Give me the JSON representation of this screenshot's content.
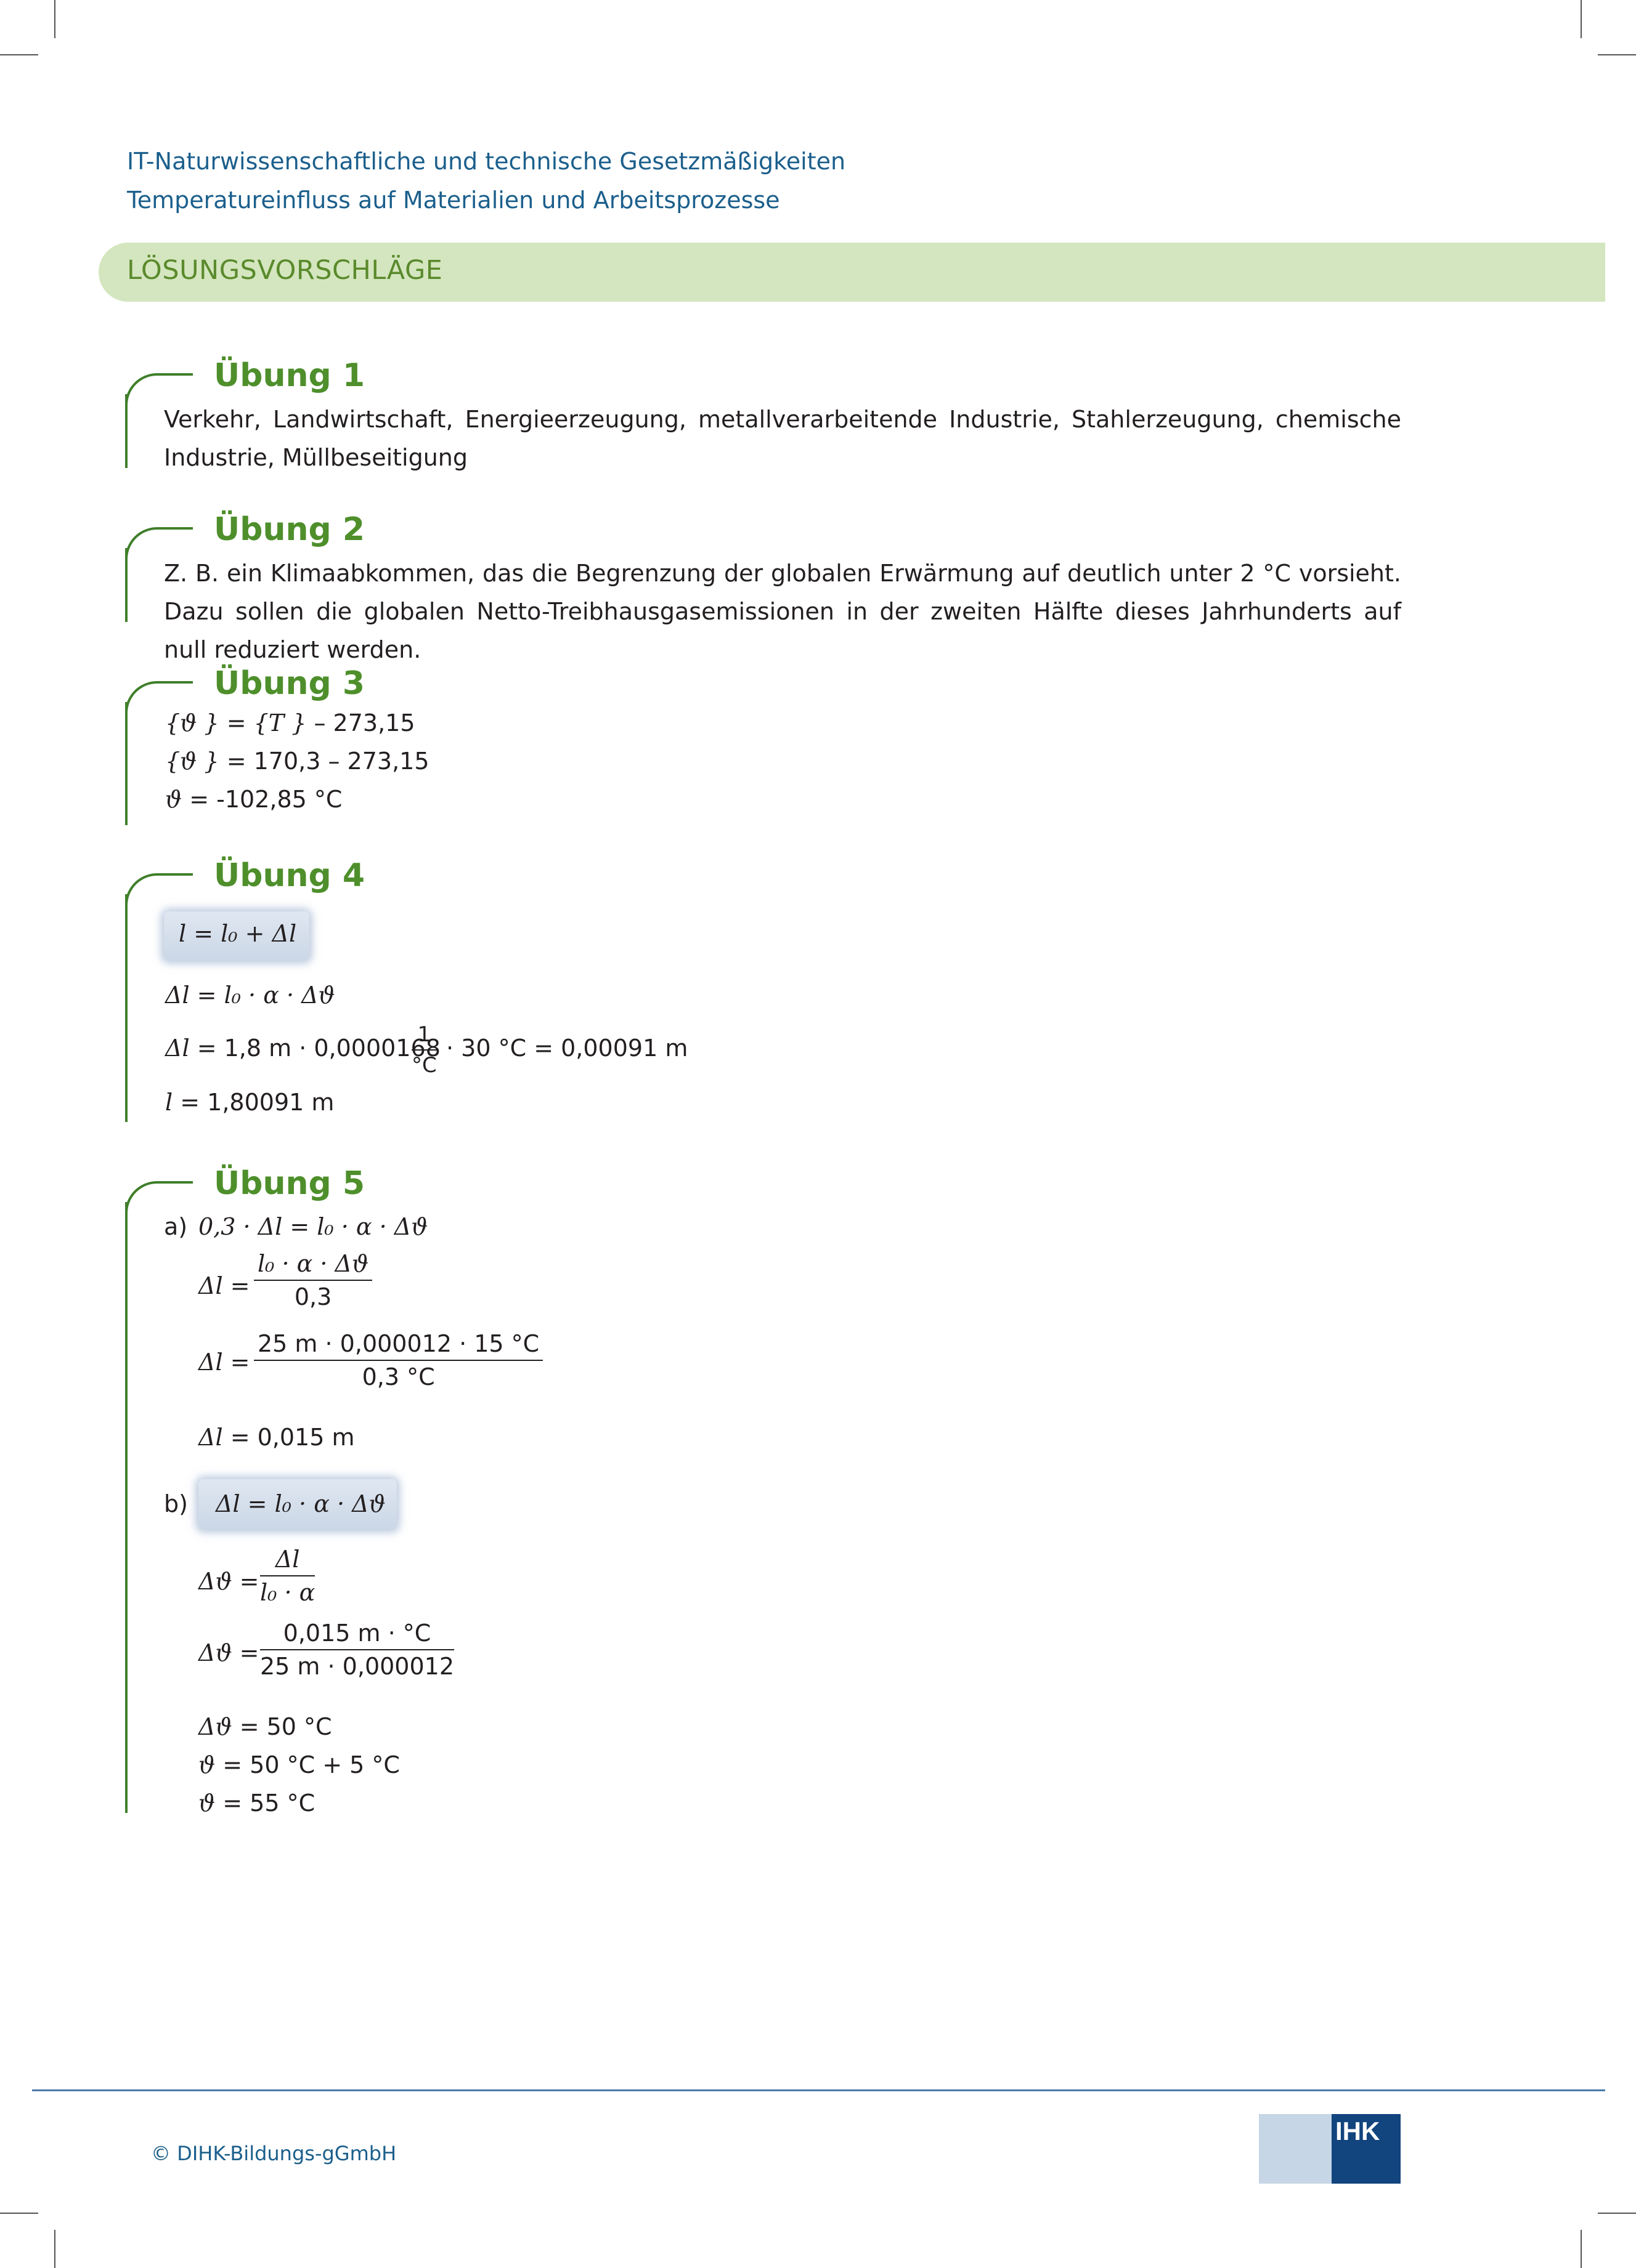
{
  "header": {
    "line1": "IT-Naturwissenschaftliche und technische Gesetzmäßigkeiten",
    "line2": "Temperatureinfluss auf Materialien und Arbeitsprozesse"
  },
  "section_title": "LÖSUNGSVORSCHLÄGE",
  "exercises": {
    "u1": {
      "title": "Übung 1",
      "text": "Verkehr, Landwirtschaft, Energieerzeugung, metallverarbeitende Industrie, Stahlerzeugung, chemische Industrie, Müllbeseitigung"
    },
    "u2": {
      "title": "Übung 2",
      "text": "Z. B. ein Klimaabkommen, das die Begrenzung der globalen Erwärmung auf deutlich unter 2 °C vorsieht. Dazu sollen die globalen Netto-Treibhausgasemissionen in der zweiten Hälfte dieses Jahrhunderts auf null reduziert werden."
    },
    "u3": {
      "title": "Übung 3",
      "l1_rest": " = ",
      "l1_end": " – 273,15",
      "l2_rest": " = 170,3 – 273,15",
      "l3_rest": " = -102,85 °C"
    },
    "u4": {
      "title": "Übung 4",
      "boxed": "l = l₀ + Δl",
      "l2": "Δl = l₀ · α · Δϑ",
      "l3a": " = 1,8 m · 0,0000168 ",
      "l3_num": "1",
      "l3_den": "°C",
      "l3b": " · 30 °C = 0,00091 m",
      "l4_rest": " =  1,80091 m"
    },
    "u5": {
      "title": "Übung 5",
      "a_label": "a)",
      "a_l1": "0,3 · Δl = l₀ · α · Δϑ",
      "a_f1_num": "l₀ · α · Δϑ",
      "a_f1_den": "0,3",
      "a_f2_num": "25 m · 0,000012 · 15 °C",
      "a_f2_den": "0,3 °C",
      "a_res": " = 0,015 m",
      "b_label": "b)",
      "b_boxed": "Δl = l₀ · α · Δϑ",
      "b_f1_num": "Δl",
      "b_f1_den": "l₀ · α",
      "b_f2_num": "0,015 m · °C",
      "b_f2_den": "25 m · 0,000012",
      "b_r1": " = 50 °C",
      "b_r2": " = 50 °C + 5 °C",
      "b_r3": " = 55 °C"
    }
  },
  "footer": {
    "copyright": "© DIHK-Bildungs-gGmbH",
    "logo": "IHK"
  },
  "colors": {
    "header_blue": "#1b5f8c",
    "band_green": "#d4e6bf",
    "title_green": "#4e8f2b",
    "logo_navy": "#12447e"
  }
}
